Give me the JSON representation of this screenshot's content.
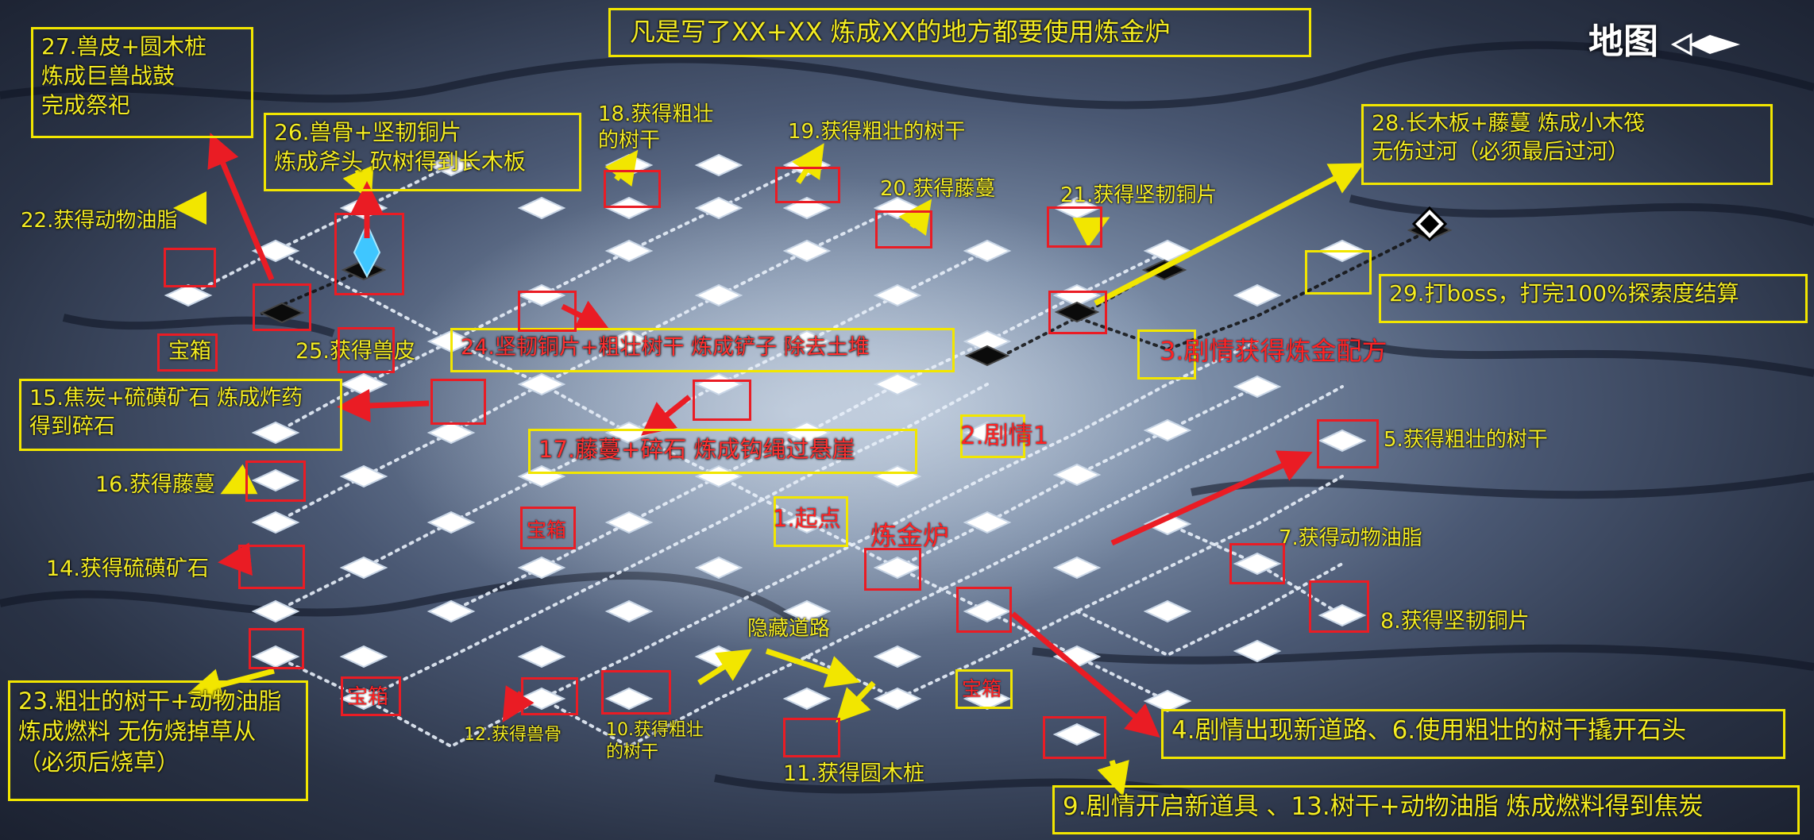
{
  "header": {
    "map_title": "地图",
    "banner": "凡是写了XX+XX 炼成XX的地方都要使用炼金炉"
  },
  "colors": {
    "note_yellow": "#f2e600",
    "marker_red": "#ea1c24",
    "node_white": "#ffffff"
  },
  "boxed_notes": {
    "n27": "27.兽皮+圆木桩\n炼成巨兽战鼓\n完成祭祀",
    "n26": "26.兽骨+坚韧铜片\n炼成斧头 砍树得到长木板",
    "n28": "28.长木板+藤蔓    炼成小木筏\n 无伤过河（必须最后过河）",
    "n29": "29.打boss，打完100%探索度结算",
    "n24": "24.坚韧铜片+粗壮树干  炼成铲子 除去土堆",
    "n15": "15.焦炭+硫磺矿石  炼成炸药\n  得到碎石",
    "n17": "17.藤蔓+碎石 炼成钩绳过悬崖",
    "n23": "23.粗壮的树干+动物油脂\n炼成燃料  无伤烧掉草从\n（必须后烧草）",
    "n4": "4.剧情出现新道路、6.使用粗壮的树干撬开石头",
    "n9": "9.剧情开启新道具 、13.树干+动物油脂  炼成燃料得到焦炭"
  },
  "plain_notes": {
    "n18": "18.获得粗壮\n的树干",
    "n19": "19.获得粗壮的树干",
    "n20": "20.获得藤蔓",
    "n21": "21.获得坚韧铜片",
    "n22": "22.获得动物油脂",
    "n25": "25.获得兽皮",
    "n5": "5.获得粗壮的树干",
    "n7": "7.获得动物油脂",
    "n8": "8.获得坚韧铜片",
    "n16": "16.获得藤蔓",
    "n14": "14.获得硫磺矿石",
    "n12": "12.获得兽骨",
    "n10": "10.获得粗壮\n的树干",
    "n11": "11.获得圆木桩",
    "hidden_road": "隐藏道路"
  },
  "map_tags": {
    "treasure_a": "宝箱",
    "treasure_b": "宝箱",
    "treasure_c": "宝箱",
    "treasure_d": "宝箱",
    "start": "1.起点",
    "story1": "2.剧情1",
    "story3": "3.剧情获得炼金配方",
    "furnace": "炼金炉"
  }
}
